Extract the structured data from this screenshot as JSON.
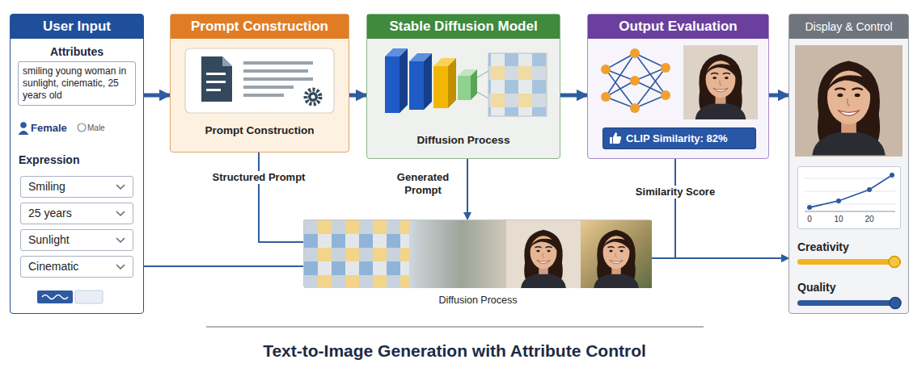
{
  "diagram": {
    "caption": "Text-to-Image Generation with Attribute Control",
    "nodes": [
      {
        "text": [
          "User Input",
          "Attributes",
          "Expression"
        ]
      },
      {
        "text": [
          "smiling young woman in sunlight, cinematic, 25 years old"
        ],
        "in": 0
      },
      {
        "text": [
          "Smiling"
        ],
        "in": 0
      },
      {
        "text": [
          "25 years"
        ],
        "in": 0
      },
      {
        "text": [
          "Sunlight"
        ],
        "in": 0
      },
      {
        "text": [
          "Cinematic"
        ],
        "in": 0
      },
      {
        "text": [
          "Prompt Construction",
          "Prompt Construction"
        ]
      },
      {
        "text": [
          "Stable Diffusion Model",
          "Diffusion Process"
        ]
      },
      {
        "text": [
          "Output Evaluation"
        ]
      },
      {
        "text": [
          "CLIP Similarity: 82%"
        ],
        "in": 8
      },
      {
        "text": [
          "Display & Control",
          "Creativity",
          "Quality"
        ]
      },
      {
        "text": [
          "0",
          "10",
          "20"
        ],
        "in": 10
      },
      {
        "text": [
          "Diffusion Process"
        ]
      }
    ],
    "edges": [
      {
        "from": 0,
        "to": 6,
        "arrow": "to"
      },
      {
        "from": 6,
        "to": 7,
        "arrow": "to"
      },
      {
        "from": 7,
        "to": 8,
        "arrow": "to"
      },
      {
        "from": 8,
        "to": 10,
        "arrow": "to"
      },
      {
        "from": 6,
        "to": 12,
        "label": "Structured Prompt",
        "arrow": "none"
      },
      {
        "from": 0,
        "to": 12,
        "arrow": "none"
      },
      {
        "from": 7,
        "to": 12,
        "label": "Generated Prompt",
        "arrow": "to"
      },
      {
        "from": 8,
        "to": 10,
        "label": "Similarity Score",
        "arrow": "to"
      },
      {
        "from": 12,
        "to": 10,
        "arrow": "to"
      }
    ],
    "labels": [
      "Female",
      "Male"
    ]
  }
}
